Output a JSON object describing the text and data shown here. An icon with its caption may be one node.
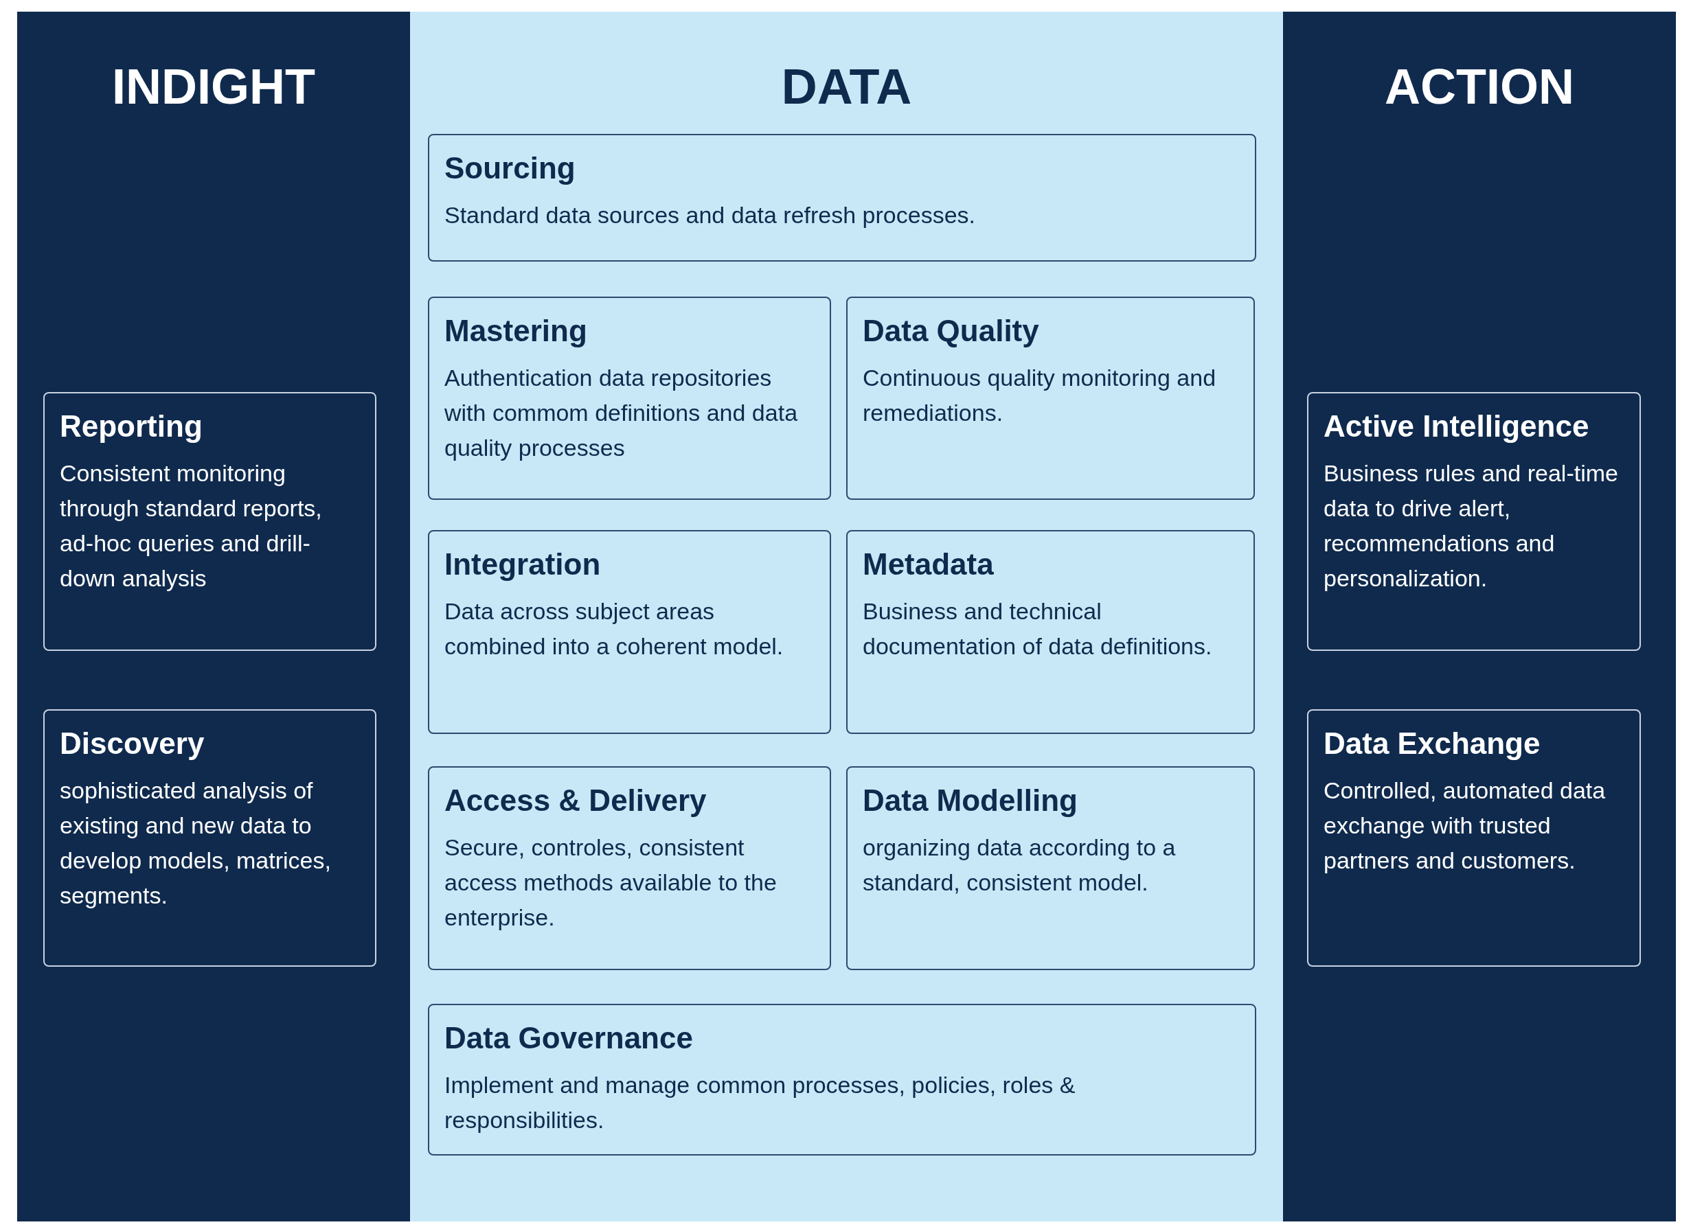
{
  "diagram": {
    "nodes": [
      {
        "text": [
          "INDIGHT"
        ]
      },
      {
        "text": [
          "Reporting",
          "Consistent monitoring through standard reports, ad-hoc queries and drill-down analysis"
        ],
        "in": 0
      },
      {
        "text": [
          "Discovery",
          "sophisticated analysis of existing and new data to develop models, matrices, segments."
        ],
        "in": 0
      },
      {
        "text": [
          "DATA"
        ]
      },
      {
        "text": [
          "Sourcing",
          "Standard data sources and data refresh processes."
        ],
        "in": 3
      },
      {
        "text": [
          "Mastering",
          "Authentication data repositories with commom definitions and data quality processes"
        ],
        "in": 3
      },
      {
        "text": [
          "Data Quality",
          "Continuous quality monitoring and remediations."
        ],
        "in": 3
      },
      {
        "text": [
          "Integration",
          "Data across subject areas combined into a coherent model."
        ],
        "in": 3
      },
      {
        "text": [
          "Metadata",
          "Business and technical documentation of data definitions."
        ],
        "in": 3
      },
      {
        "text": [
          "Access & Delivery",
          "Secure, controles, consistent access methods available to the enterprise."
        ],
        "in": 3
      },
      {
        "text": [
          "Data Modelling",
          "organizing data according to a standard, consistent model."
        ],
        "in": 3
      },
      {
        "text": [
          "Data Governance",
          "Implement and manage common processes, policies, roles & responsibilities."
        ],
        "in": 3
      },
      {
        "text": [
          "ACTION"
        ]
      },
      {
        "text": [
          "Active Intelligence",
          "Business rules and real-time data to drive alert, recommendations and personalization."
        ],
        "in": 12
      },
      {
        "text": [
          "Data Exchange",
          "Controlled, automated data exchange with trusted partners and customers."
        ],
        "in": 12
      }
    ]
  }
}
